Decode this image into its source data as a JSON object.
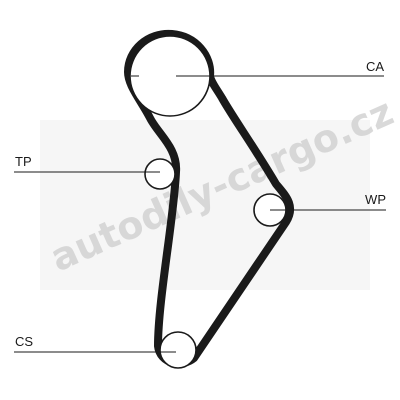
{
  "labels": {
    "camshaft": "CA",
    "tension_pulley": "TP",
    "water_pump": "WP",
    "crankshaft": "CS"
  },
  "watermark": "autodily-cargo.cz"
}
